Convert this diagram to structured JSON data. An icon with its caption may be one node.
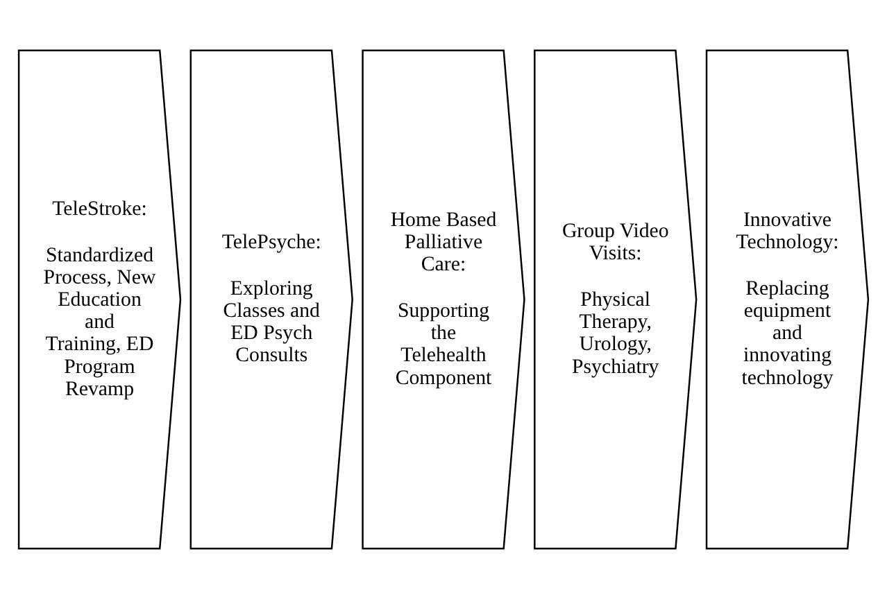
{
  "diagram": {
    "nodes": [
      {
        "text": [
          "TeleStroke:",
          "Standardized Process, New Education and Training, ED Program Revamp"
        ]
      },
      {
        "text": [
          "TelePsyche:",
          "Exploring Classes and ED Psych Consults"
        ]
      },
      {
        "text": [
          "Home Based Palliative Care:",
          "Supporting the Telehealth Component"
        ]
      },
      {
        "text": [
          "Group Video Visits:",
          "Physical Therapy, Urology, Psychiatry"
        ]
      },
      {
        "text": [
          "Innovative Technology:",
          "Replacing equipment and innovating technology"
        ]
      }
    ]
  }
}
